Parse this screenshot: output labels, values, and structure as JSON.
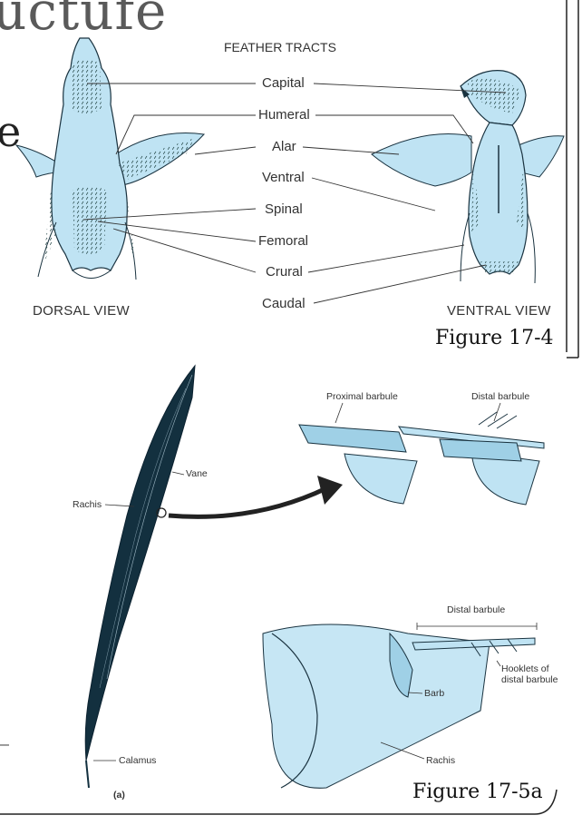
{
  "slide": {
    "title_fragment": "uctufe",
    "left_letter": "e",
    "left_mark": "—"
  },
  "figure_17_4": {
    "heading": "FEATHER TRACTS",
    "tracts": [
      "Capital",
      "Humeral",
      "Alar",
      "Ventral",
      "Spinal",
      "Femoral",
      "Crural",
      "Caudal"
    ],
    "dorsal_view": "DORSAL VIEW",
    "ventral_view": "VENTRAL VIEW",
    "caption": "Figure 17-4"
  },
  "figure_17_5a": {
    "labels": {
      "vane": "Vane",
      "rachis": "Rachis",
      "calamus": "Calamus",
      "panel": "(a)",
      "proximal_barbule": "Proximal barbule",
      "distal_barbule_top": "Distal barbule",
      "distal_barbule_bottom": "Distal barbule",
      "hooklets": "Hooklets of\ndistal barbule",
      "barb": "Barb",
      "rachis_cross": "Rachis"
    },
    "caption": "Figure 17-5a"
  },
  "colors": {
    "body_fill": "#bfe3f3",
    "feather_dark": "#13303f",
    "leader": "#333333"
  }
}
